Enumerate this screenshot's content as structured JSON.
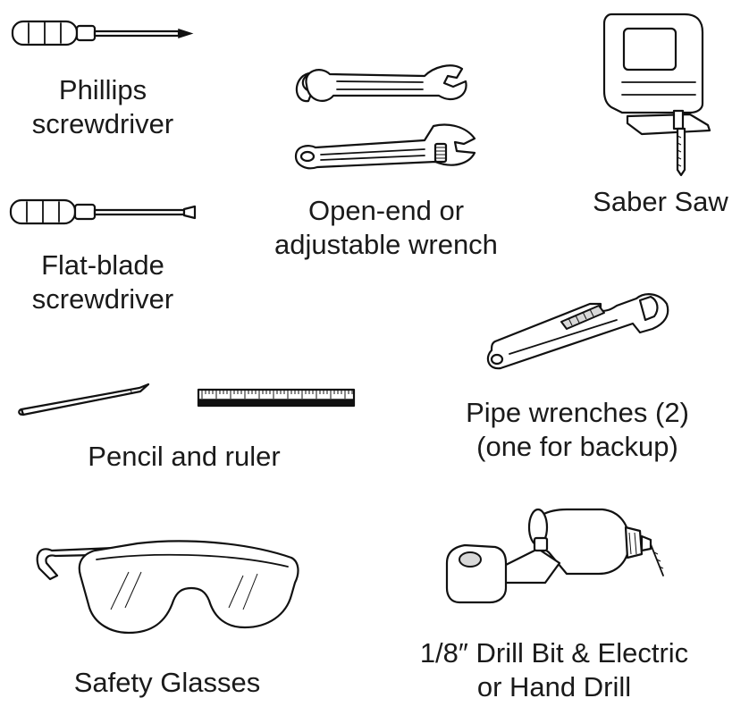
{
  "tools": {
    "phillips": {
      "line1": "Phillips",
      "line2": "screwdriver",
      "icon": "phillips-screwdriver-icon"
    },
    "flat": {
      "line1": "Flat-blade",
      "line2": "screwdriver",
      "icon": "flat-blade-screwdriver-icon"
    },
    "wrench": {
      "line1": "Open-end or",
      "line2": "adjustable wrench",
      "icon": "wrench-icon"
    },
    "saw": {
      "line1": "Saber Saw",
      "icon": "saber-saw-icon"
    },
    "pipe": {
      "line1": "Pipe wrenches (2)",
      "line2": "(one for backup)",
      "icon": "pipe-wrench-icon"
    },
    "pencil": {
      "line1": "Pencil and ruler",
      "icon": "pencil-ruler-icon"
    },
    "glasses": {
      "line1": "Safety Glasses",
      "icon": "safety-glasses-icon"
    },
    "drill": {
      "line1": "1/8″ Drill Bit & Electric",
      "line2": "or Hand Drill",
      "icon": "drill-icon"
    }
  }
}
